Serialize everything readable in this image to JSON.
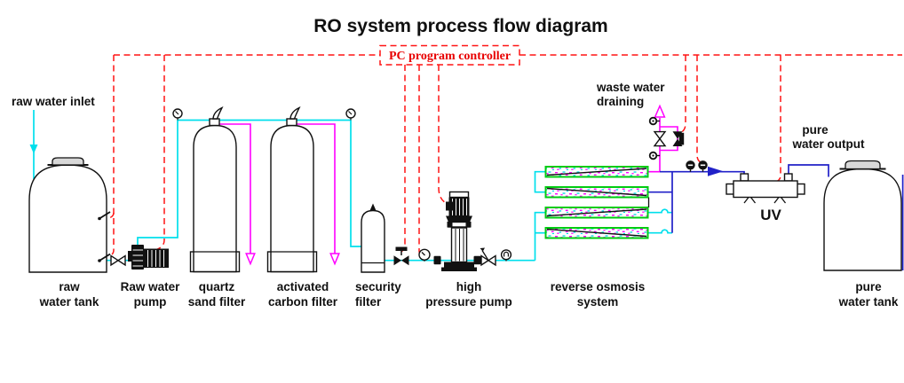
{
  "title": "RO system process flow diagram",
  "controller_label": "PC program controller",
  "labels": {
    "raw_water_inlet": "raw water inlet",
    "raw_water_tank": [
      "raw",
      "water tank"
    ],
    "raw_water_pump": [
      "Raw water",
      "pump"
    ],
    "quartz_sand_filter": [
      "quartz",
      "sand filter"
    ],
    "activated_carbon_filter": [
      "activated",
      "carbon filter"
    ],
    "security_filter": [
      "security",
      "filter"
    ],
    "high_pressure_pump": [
      "high",
      "pressure pump"
    ],
    "reverse_osmosis_system": [
      "reverse osmosis",
      "system"
    ],
    "waste_water_draining": [
      "waste water",
      "draining"
    ],
    "pure_water_output": [
      "pure",
      "water output"
    ],
    "uv_sterilizer": "UV",
    "pure_water_tank": [
      "pure",
      "water tank"
    ]
  },
  "colors": {
    "control_line": "#ff1414",
    "controller_text": "#e80000",
    "raw_water_line": "#00dfec",
    "drain_line": "#ff00ff",
    "pure_water_line": "#2121c8",
    "membrane_border": "#00cc11",
    "equipment_outline": "#111111",
    "label_text": "#101010",
    "background": "#ffffff"
  }
}
